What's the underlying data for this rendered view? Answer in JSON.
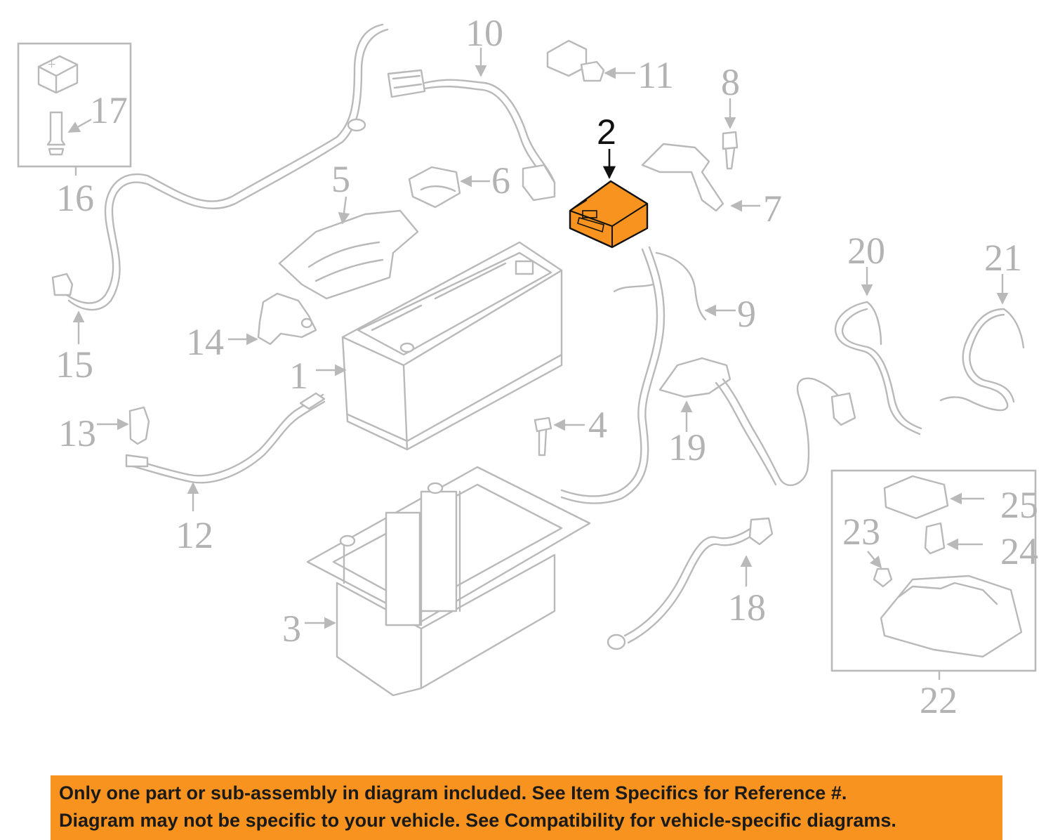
{
  "diagram": {
    "highlight_color": "#f7931e",
    "line_color": "#b9b9b9",
    "callouts": {
      "c1": "1",
      "c2": "2",
      "c3": "3",
      "c4": "4",
      "c5": "5",
      "c6": "6",
      "c7": "7",
      "c8": "8",
      "c9": "9",
      "c10": "10",
      "c11": "11",
      "c12": "12",
      "c13": "13",
      "c14": "14",
      "c15": "15",
      "c16": "16",
      "c17": "17",
      "c18": "18",
      "c19": "19",
      "c20": "20",
      "c21": "21",
      "c22": "22",
      "c23": "23",
      "c24": "24",
      "c25": "25"
    },
    "highlighted_part": "2"
  },
  "banner": {
    "line1": "Only one part or sub-assembly in diagram included. See Item Specifics for Reference #.",
    "line2": "Diagram may not be specific to your vehicle. See Compatibility for vehicle-specific diagrams.",
    "background": "#f7931e"
  }
}
